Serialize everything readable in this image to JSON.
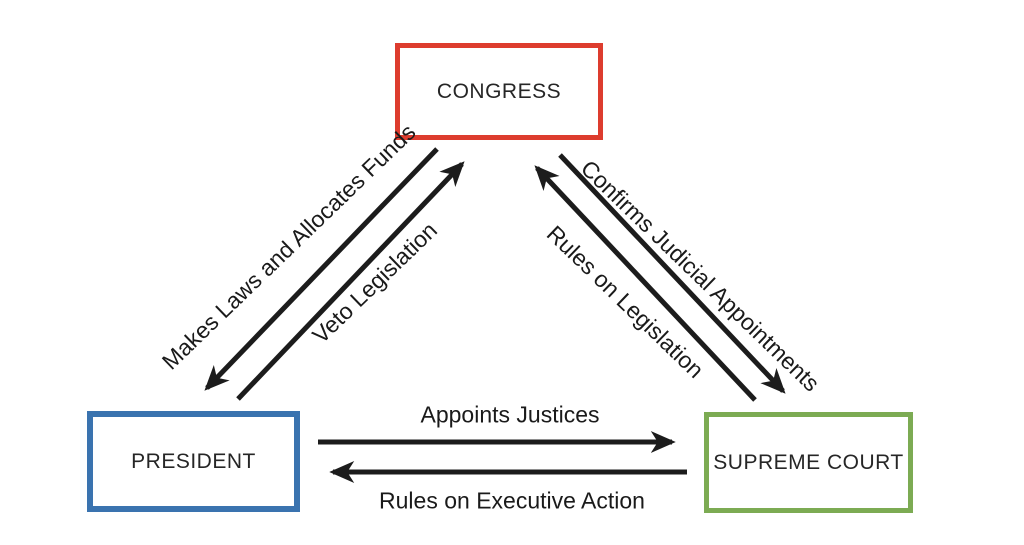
{
  "diagram": {
    "type": "checks-and-balances-flow",
    "background_color": "#ffffff",
    "arrow_color": "#1c1c1c",
    "text_color": "#1a1a1a",
    "nodes": [
      {
        "id": "congress",
        "label": "CONGRESS",
        "border_color": "#dd3c2e"
      },
      {
        "id": "president",
        "label": "PRESIDENT",
        "border_color": "#3a73af"
      },
      {
        "id": "supreme-court",
        "label": "SUPREME COURT",
        "border_color": "#7cab53"
      }
    ],
    "edges": [
      {
        "from": "congress",
        "to": "president",
        "label": "Makes Laws and Allocates Funds"
      },
      {
        "from": "president",
        "to": "congress",
        "label": "Veto Legislation"
      },
      {
        "from": "supreme-court",
        "to": "congress",
        "label": "Rules on Legislation"
      },
      {
        "from": "congress",
        "to": "supreme-court",
        "label": "Confirms Judicial Appointments"
      },
      {
        "from": "president",
        "to": "supreme-court",
        "label": "Appoints Justices"
      },
      {
        "from": "supreme-court",
        "to": "president",
        "label": "Rules on Executive Action"
      }
    ]
  }
}
